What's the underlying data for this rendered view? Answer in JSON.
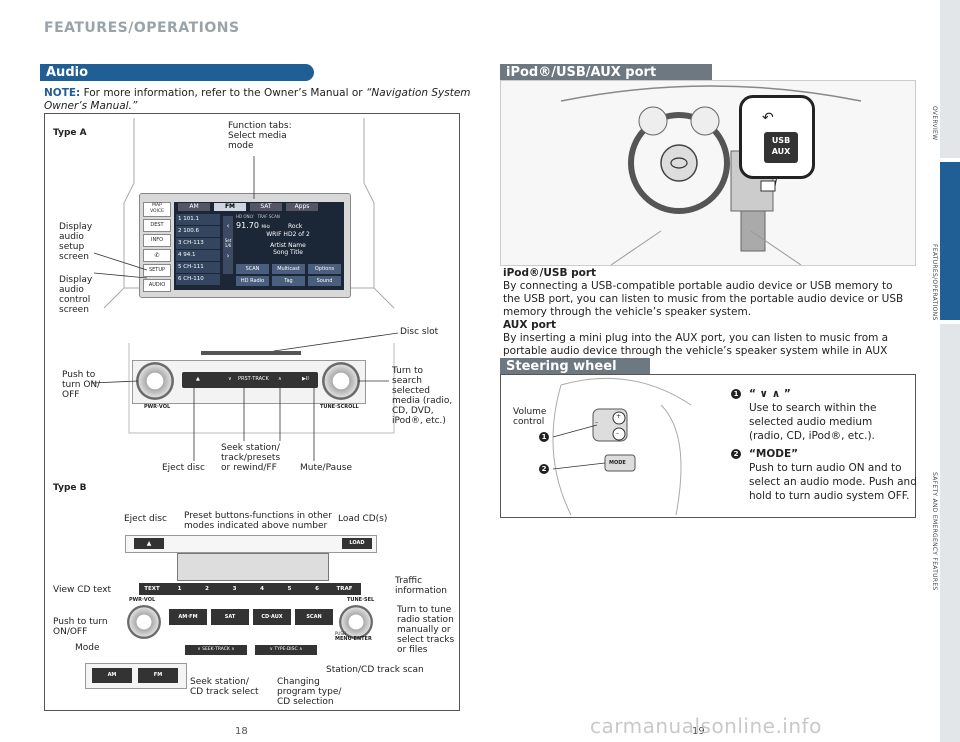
{
  "header": {
    "section": "FEATURES/OPERATIONS"
  },
  "audio": {
    "title": "Audio",
    "note_label": "NOTE:",
    "note_text": " For more information, refer to the Owner’s Manual or ",
    "note_italic": "“Navigation System Owner’s Manual.”",
    "type_a": "Type A",
    "type_b": "Type B",
    "callouts_a": {
      "function_tabs": "Function tabs:\nSelect media\nmode",
      "display_setup": "Display\naudio\nsetup\nscreen",
      "display_control": "Display\naudio\ncontrol\nscreen",
      "disc_slot": "Disc slot",
      "push_on": "Push to\nturn ON/\nOFF",
      "turn_search": "Turn to\nsearch\nselected\nmedia (radio,\nCD, DVD,\niPod®, etc.)",
      "seek": "Seek station/\ntrack/presets\nor rewind/FF",
      "eject": "Eject disc",
      "mute": "Mute/Pause"
    },
    "screen": {
      "tabs": [
        "AM",
        "FM",
        "SAT",
        "Apps"
      ],
      "presets": [
        "101.1",
        "100.6",
        "CH-113",
        "94.1",
        "CH-111",
        "CH-110"
      ],
      "freq": "91.70",
      "unit": "MHz",
      "genre": "Rock",
      "station": "WRIF HD2 of 2",
      "artist": "Artist Name",
      "song": "Song Title",
      "hd_only": "HD ONLY",
      "traf": "TRAF SCAN",
      "set": "Set",
      "page": "1/6",
      "bottom": [
        "SCAN",
        "Multicast",
        "Options",
        "HD Radio",
        "Tag",
        "Sound"
      ],
      "side": [
        "MAP\nVOICE",
        "DEST",
        "INFO",
        "",
        "SETUP",
        "AUDIO"
      ]
    },
    "unit_a": {
      "pwr": "PWR·VOL",
      "tune": "TUNE·SCROLL",
      "prst": "PRST·TRACK"
    },
    "callouts_b": {
      "eject": "Eject disc",
      "preset": "Preset buttons-functions in other\nmodes indicated above number",
      "load": "Load CD(s)",
      "view_cd": "View CD text",
      "traffic": "Traffic\ninformation",
      "push_on": "Push to turn\nON/OFF",
      "tune_manual": "Turn to tune\nradio station\nmanually or\nselect tracks\nor files",
      "mode": "Mode",
      "scan": "Station/CD track scan",
      "seek": "Seek station/\nCD track select",
      "changing": "Changing\nprogram type/\nCD selection"
    },
    "unit_b": {
      "load": "LOAD",
      "text": "TEXT",
      "nums": [
        "1",
        "2",
        "3",
        "4",
        "5",
        "6"
      ],
      "traf": "TRAF",
      "pwr": "PWR·VOL",
      "tune": "TUNE·SEL",
      "amfm": "AM·FM",
      "sat": "SAT",
      "cdaux": "CD·AUX",
      "scan": "SCAN",
      "menu": "MENU·ENTER",
      "push": "PUSH",
      "seek": "SEEK·TRACK",
      "type": "TYPE·DISC",
      "am": "AM",
      "fm": "FM"
    }
  },
  "ipod": {
    "title": "iPod®/USB/AUX port",
    "usb_label": "USB\nAUX",
    "h1": "iPod®/USB port",
    "p1": "By connecting a USB-compatible portable audio device or USB memory to the USB port, you can listen to music from the portable audio device or USB memory through the vehicle’s speaker system.",
    "h2": "AUX port",
    "p2": "By inserting a mini plug into the AUX port, you can listen to music from a portable audio device through the vehicle’s speaker system while in AUX mode."
  },
  "steering": {
    "title": "Steering wheel switches",
    "volume": "Volume\ncontrol",
    "mode_btn": "MODE",
    "items": [
      {
        "num": "1",
        "title": "“ ∨ ∧ ”",
        "text": "Use to search within the\nselected audio medium\n(radio, CD, iPod®, etc.)."
      },
      {
        "num": "2",
        "title": "“MODE”",
        "text": "Push to turn audio ON and to\nselect an audio mode. Push and\nhold to turn audio system OFF."
      }
    ]
  },
  "side_tabs": [
    "OVERVIEW",
    "FEATURES/OPERATIONS",
    "SAFETY AND EMERGENCY FEATURES"
  ],
  "pages": {
    "left": "18",
    "right": "19"
  },
  "watermark": "carmanualsonline.info"
}
